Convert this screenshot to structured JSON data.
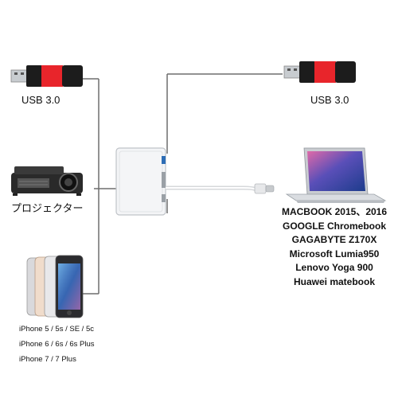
{
  "left_devices": {
    "usb_label": "USB 3.0",
    "projector_label": "プロジェクター",
    "phone_models": [
      "iPhone 5 / 5s / SE / 5c",
      "iPhone 6 / 6s / 6s Plus",
      "iPhone 7 / 7 Plus"
    ]
  },
  "right_devices": {
    "usb_label": "USB 3.0",
    "compatible_devices": [
      "MACBOOK 2015、2016",
      "GOOGLE Chromebook",
      "GAGABYTE Z170X",
      "Microsoft Lumia950",
      "Lenovo Yoga 900",
      "Huawei matebook"
    ]
  },
  "colors": {
    "usb_red": "#e8252b",
    "usb_black": "#1c1c1c",
    "connector_silver": "#c8ccd0",
    "line_gray": "#6e6e6e",
    "hub_white": "#f4f5f7"
  }
}
